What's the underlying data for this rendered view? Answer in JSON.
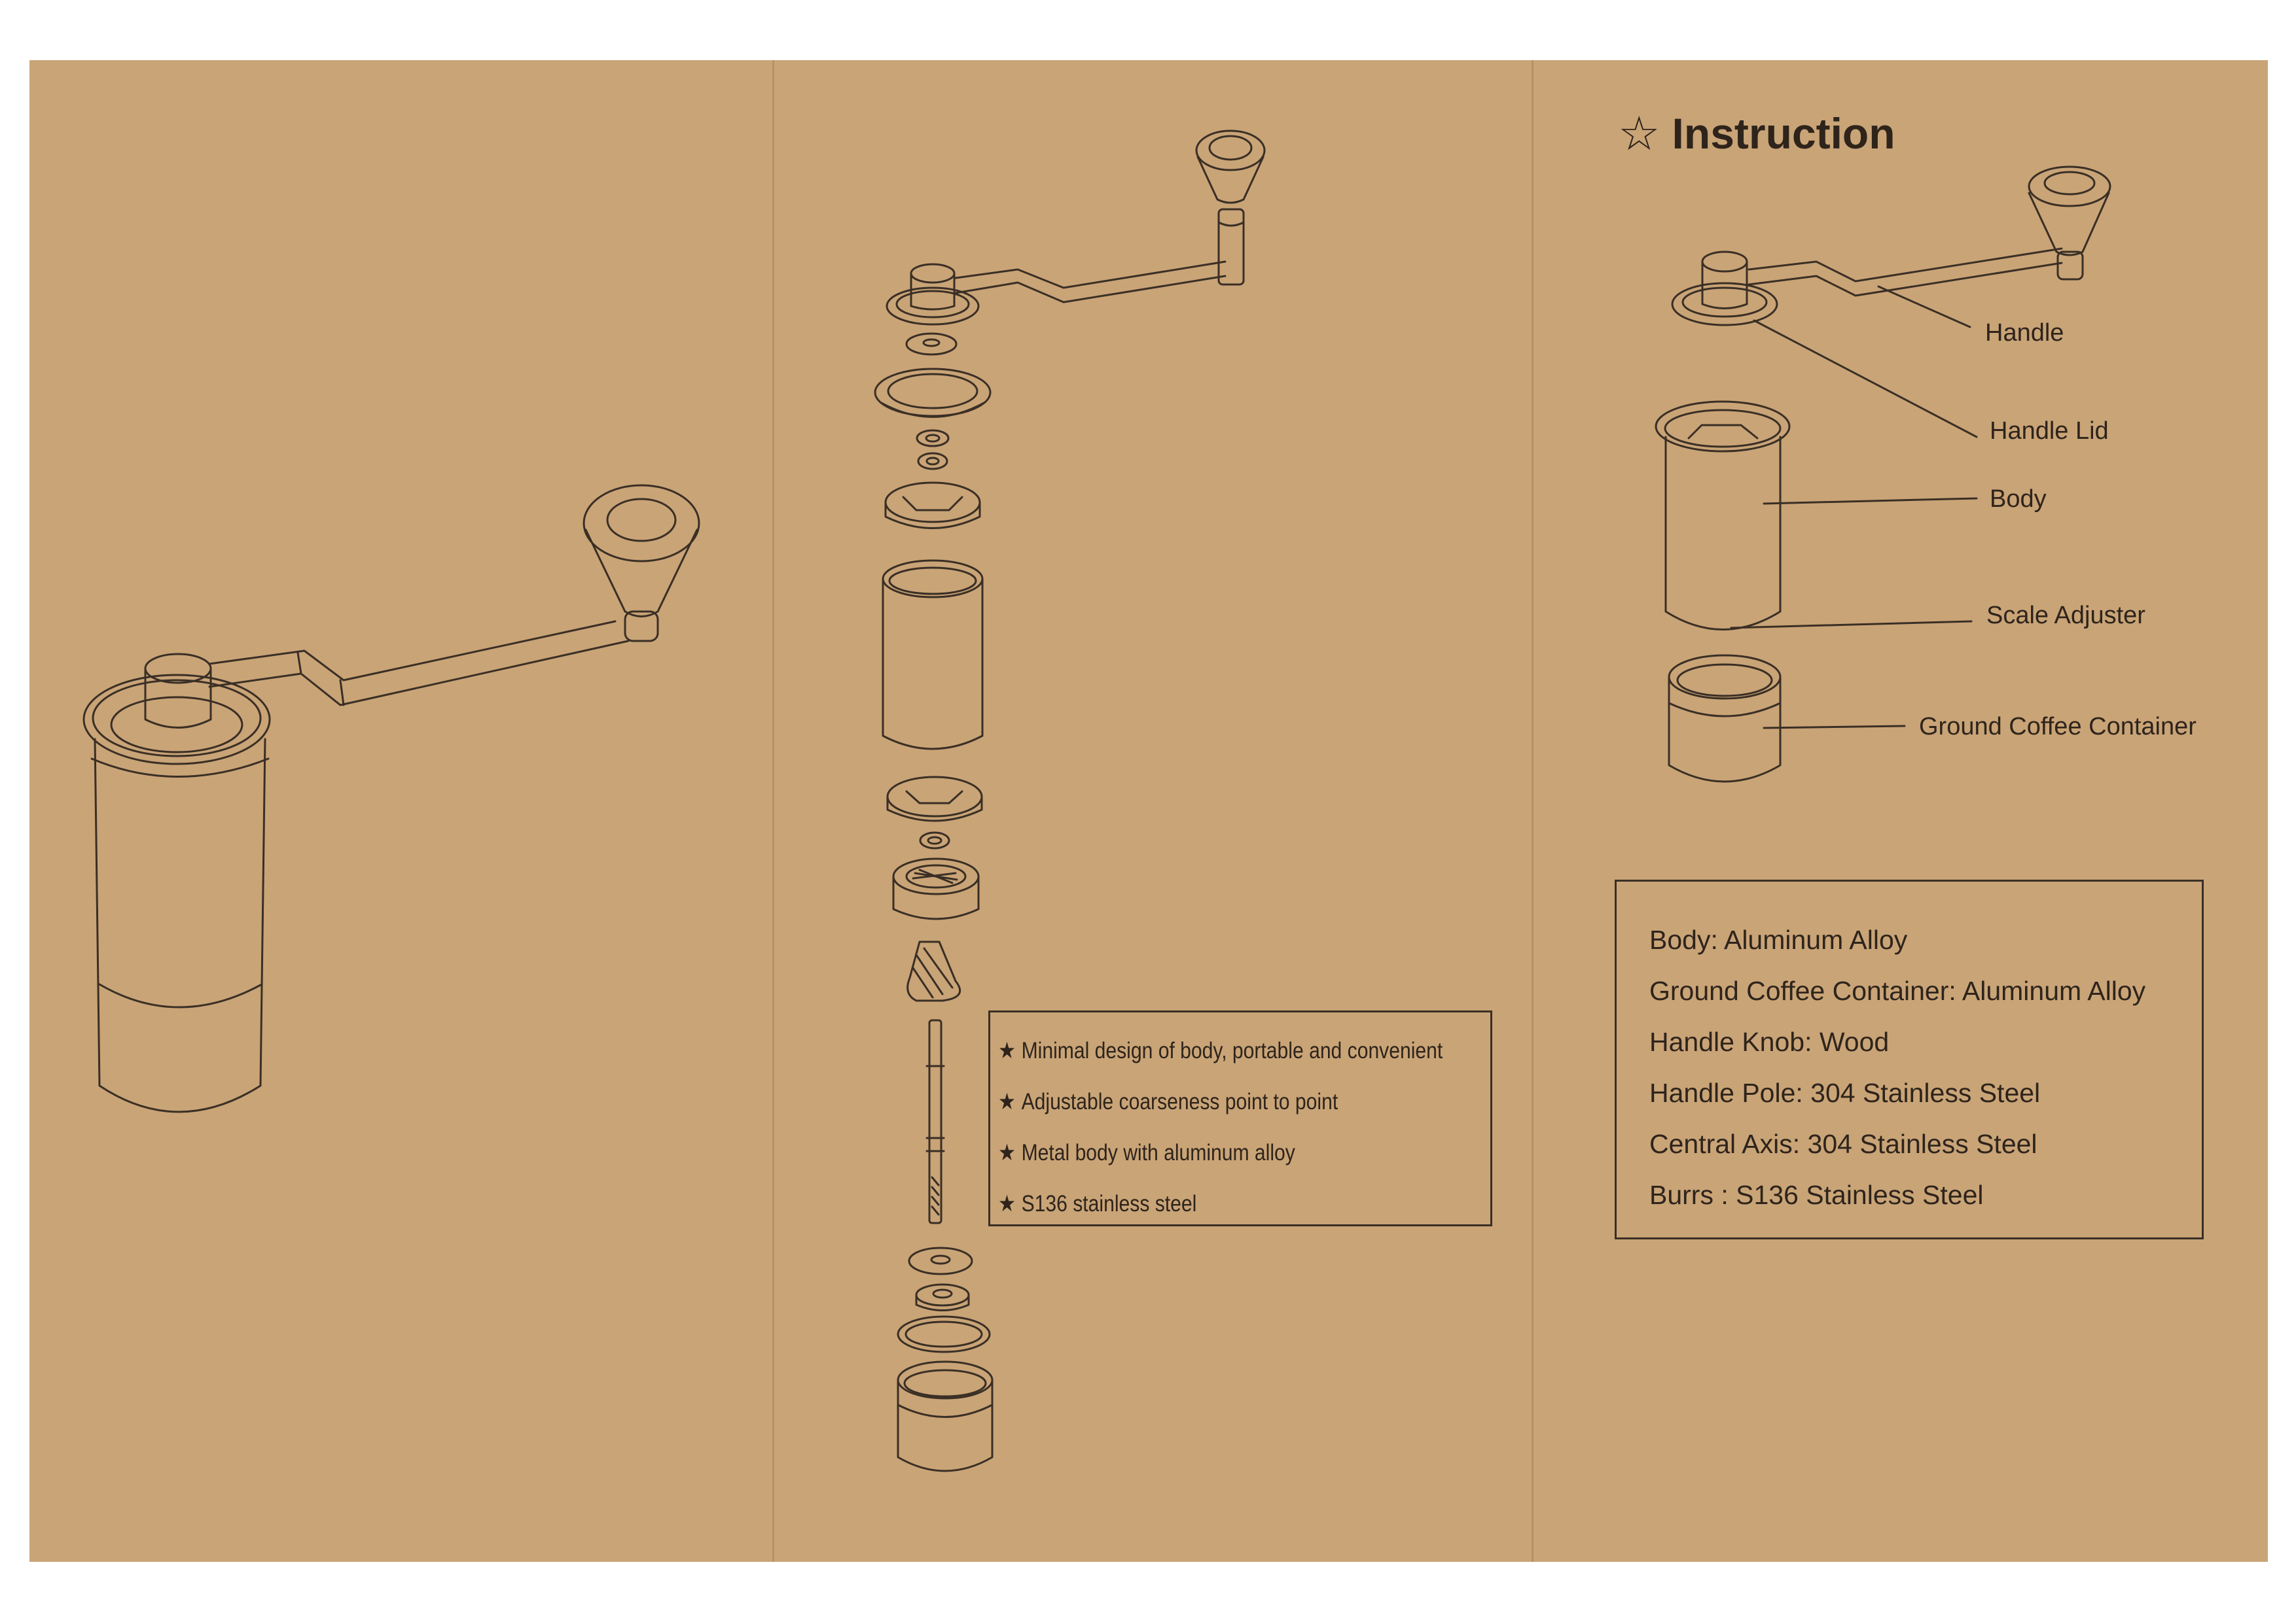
{
  "instruction": {
    "star_icon": "☆",
    "title": "Instruction"
  },
  "labels": {
    "handle": "Handle",
    "handle_lid": "Handle Lid",
    "body": "Body",
    "scale_adjuster": "Scale Adjuster",
    "ground_container": "Ground Coffee Container"
  },
  "features": {
    "star_icon": "★",
    "items": [
      "Minimal design of body, portable and convenient",
      "Adjustable coarseness point to point",
      "Metal body with aluminum alloy",
      "S136 stainless steel"
    ]
  },
  "materials": [
    "Body: Aluminum Alloy",
    "Ground Coffee Container: Aluminum Alloy",
    "Handle Knob: Wood",
    "Handle Pole: 304 Stainless Steel",
    "Central Axis: 304 Stainless Steel",
    "Burrs : S136 Stainless Steel"
  ],
  "colors": {
    "paper": "#c9a477",
    "ink": "#3a2f25",
    "background": "#ffffff"
  }
}
